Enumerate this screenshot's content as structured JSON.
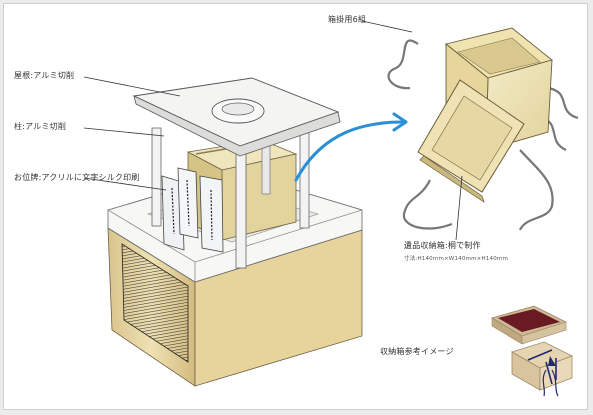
{
  "labels": {
    "roof": "屋根:アルミ切削",
    "pillar": "柱:アルミ切削",
    "ihai": "お位牌:アクリルに文字シルク印刷",
    "cord": "箱掛用6組",
    "urn_box": "遺品収納箱:桐で制作",
    "dimensions": "寸法:H140mm×W140mm×H140mm",
    "storage_image": "収納箱参考イメージ"
  }
}
